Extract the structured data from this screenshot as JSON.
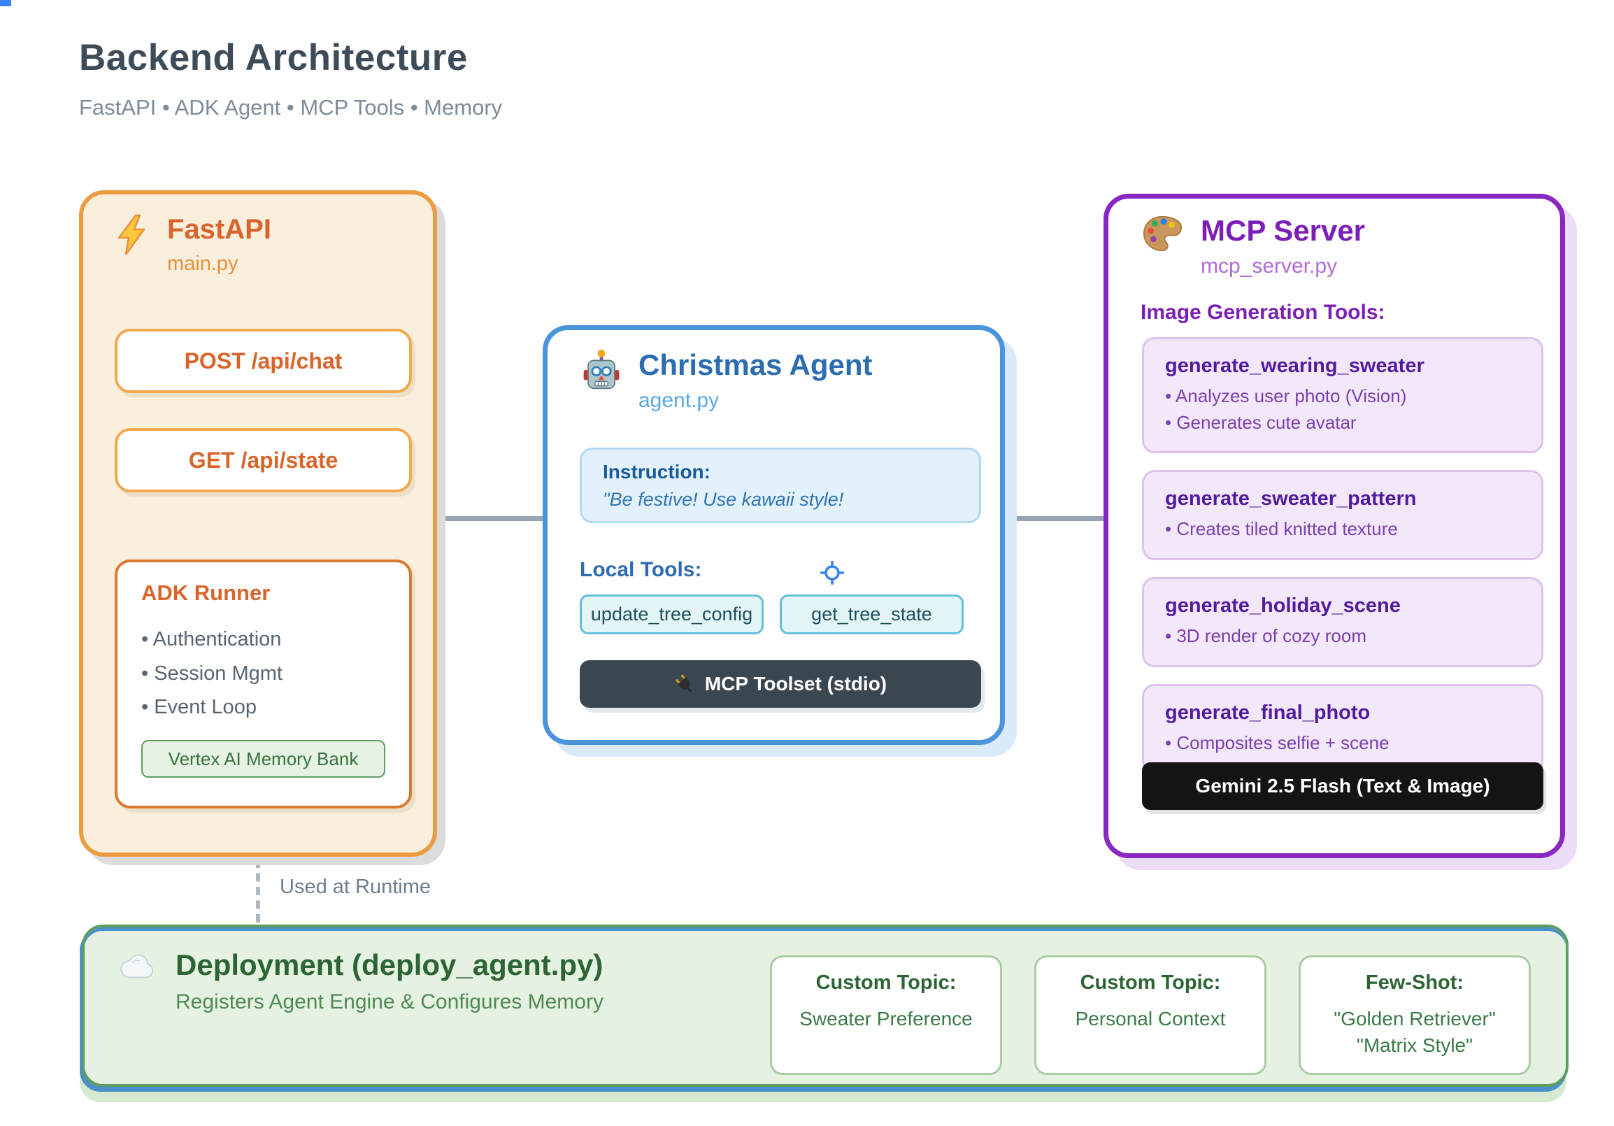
{
  "colors": {
    "accent_orange": "#eb9c3f",
    "accent_orange_text": "#d9652b",
    "accent_blue": "#4a94db",
    "accent_blue_text": "#2c6cb0",
    "accent_purple": "#8927c2",
    "accent_purple_text": "#7c1fb8",
    "accent_green": "#5d9c62",
    "accent_green_text": "#2c6434",
    "connector_gray": "#96a4b3",
    "dark_button": "#3a4750",
    "black_button": "#141414"
  },
  "header": {
    "title": "Backend Architecture",
    "subtitle": "FastAPI • ADK Agent • MCP Tools • Memory"
  },
  "fastapi": {
    "icon": "lightning-icon",
    "title": "FastAPI",
    "file": "main.py",
    "endpoint_chat": "POST /api/chat",
    "endpoint_state": "GET /api/state",
    "runner": {
      "title": "ADK Runner",
      "bullets": [
        "Authentication",
        "Session Mgmt",
        "Event Loop"
      ],
      "memory_badge": "Vertex AI Memory Bank"
    }
  },
  "agent": {
    "icon": "robot-icon",
    "title": "Christmas Agent",
    "file": "agent.py",
    "instruction": {
      "label": "Instruction:",
      "text": "\"Be festive! Use kawaii style!"
    },
    "local_tools_label": "Local Tools:",
    "tool_update": "update_tree_config",
    "tool_get": "get_tree_state",
    "toolset_button": "MCP Toolset (stdio)"
  },
  "mcp": {
    "icon": "palette-icon",
    "title": "MCP Server",
    "file": "mcp_server.py",
    "section_label": "Image Generation Tools:",
    "tools": [
      {
        "name": "generate_wearing_sweater",
        "bullets": [
          "Analyzes user photo (Vision)",
          "Generates cute avatar"
        ]
      },
      {
        "name": "generate_sweater_pattern",
        "bullets": [
          "Creates tiled knitted texture"
        ]
      },
      {
        "name": "generate_holiday_scene",
        "bullets": [
          "3D render of cozy room"
        ]
      },
      {
        "name": "generate_final_photo",
        "bullets": [
          "Composites selfie + scene"
        ]
      }
    ],
    "model_button": "Gemini 2.5 Flash (Text & Image)"
  },
  "connector": {
    "runtime_label": "Used at Runtime"
  },
  "deployment": {
    "icon": "cloud-icon",
    "title": "Deployment (deploy_agent.py)",
    "subtitle": "Registers Agent Engine & Configures Memory",
    "cards": [
      {
        "label": "Custom Topic:",
        "line1": "Sweater Preference",
        "line2": ""
      },
      {
        "label": "Custom Topic:",
        "line1": "Personal Context",
        "line2": ""
      },
      {
        "label": "Few-Shot:",
        "line1": "\"Golden Retriever\"",
        "line2": "\"Matrix Style\""
      }
    ]
  }
}
